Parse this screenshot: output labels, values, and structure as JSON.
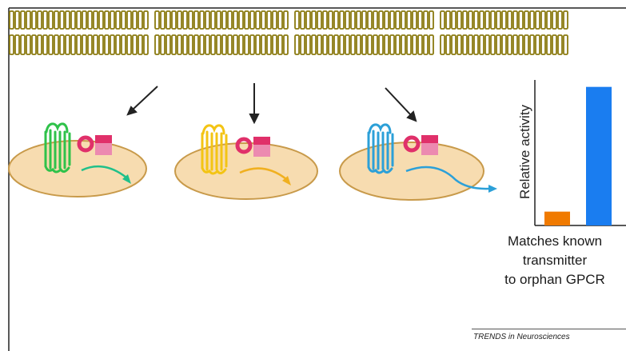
{
  "chart_data": {
    "type": "bar",
    "ylabel": "Relative activity",
    "categories": [
      "",
      ""
    ],
    "values": [
      0.1,
      1.0
    ],
    "colors": [
      "#f07a00",
      "#1a7df0"
    ],
    "ylim": [
      0,
      1.05
    ]
  },
  "caption": {
    "line1": "Matches known",
    "line2": "transmitter",
    "line3": "to orphan GPCR"
  },
  "credit": "TRENDS in Neurosciences",
  "colors": {
    "membrane_olive": "#8a7a10",
    "membrane_fill": "#ffffff",
    "cell_fill": "#f7dcb0",
    "cell_stroke": "#c89a4a",
    "receptor_green": "#2fc24a",
    "receptor_yellow": "#f3c414",
    "receptor_blue": "#2ca0d8",
    "gprotein_magenta": "#e0306a",
    "gprotein_pink": "#ec8ab0",
    "arrow_black": "#222222"
  }
}
